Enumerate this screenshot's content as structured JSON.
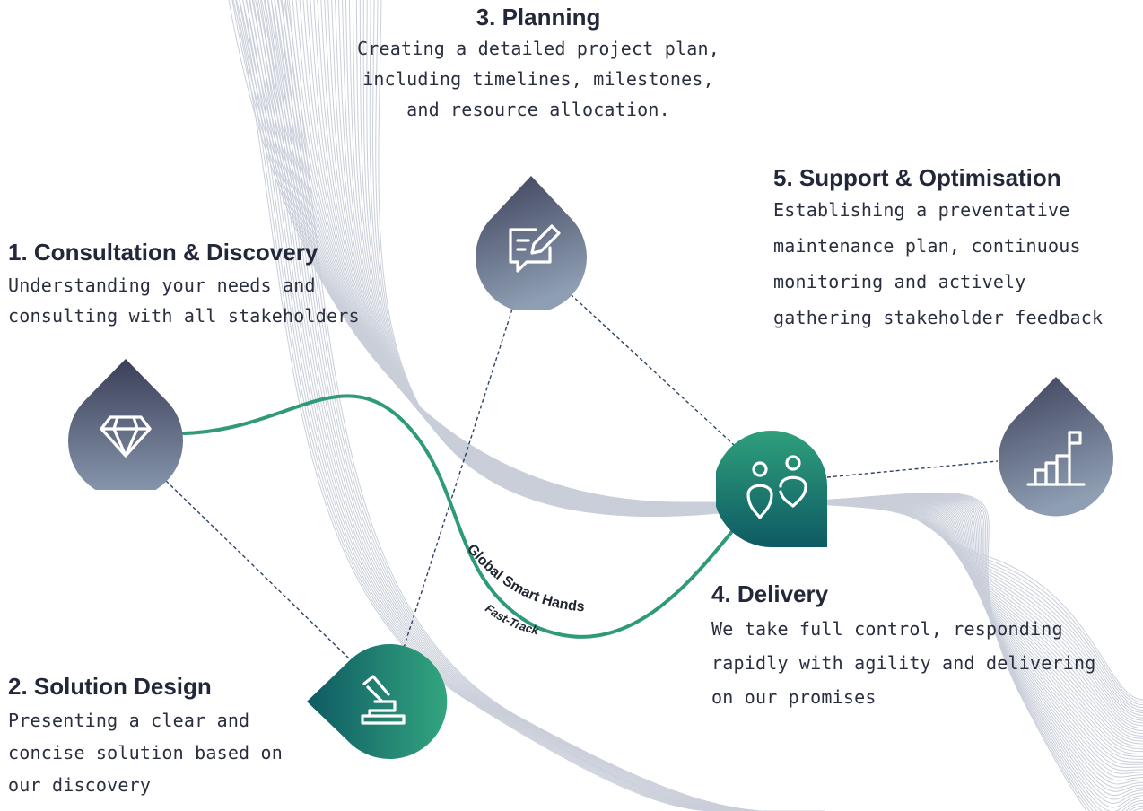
{
  "steps": [
    {
      "title": "1. Consultation & Discovery",
      "lines": [
        "Understanding your needs and",
        "consulting with all stakeholders"
      ]
    },
    {
      "title": "2. Solution Design",
      "lines": [
        "Presenting a clear and",
        "concise solution based on",
        "our discovery"
      ]
    },
    {
      "title": "3. Planning",
      "lines": [
        "Creating a detailed project plan,",
        "including timelines, milestones,",
        "and resource allocation."
      ]
    },
    {
      "title": "4. Delivery",
      "lines": [
        "We take full control, responding",
        "rapidly with agility and delivering",
        "on our promises"
      ]
    },
    {
      "title": "5. Support & Optimisation",
      "lines": [
        "Establishing a preventative",
        "maintenance plan, continuous",
        "monitoring and actively",
        "gathering stakeholder feedback"
      ]
    }
  ],
  "path_label": {
    "main": "Global Smart Hands",
    "sub": "Fast-Track"
  },
  "icons": {
    "step1": "diamond-icon",
    "step2": "design-tool-icon",
    "step3": "edit-note-icon",
    "step4": "people-icon",
    "step5": "growth-flag-icon"
  },
  "colors": {
    "dark_drop_top": "#3b3f58",
    "dark_drop_bottom": "#8a9ab0",
    "green_drop_top": "#2f9f7c",
    "green_drop_bottom": "#0e5a63",
    "fast_track_line": "#2f9a78",
    "dashed_line": "#2e4468",
    "heading": "#23273a"
  }
}
